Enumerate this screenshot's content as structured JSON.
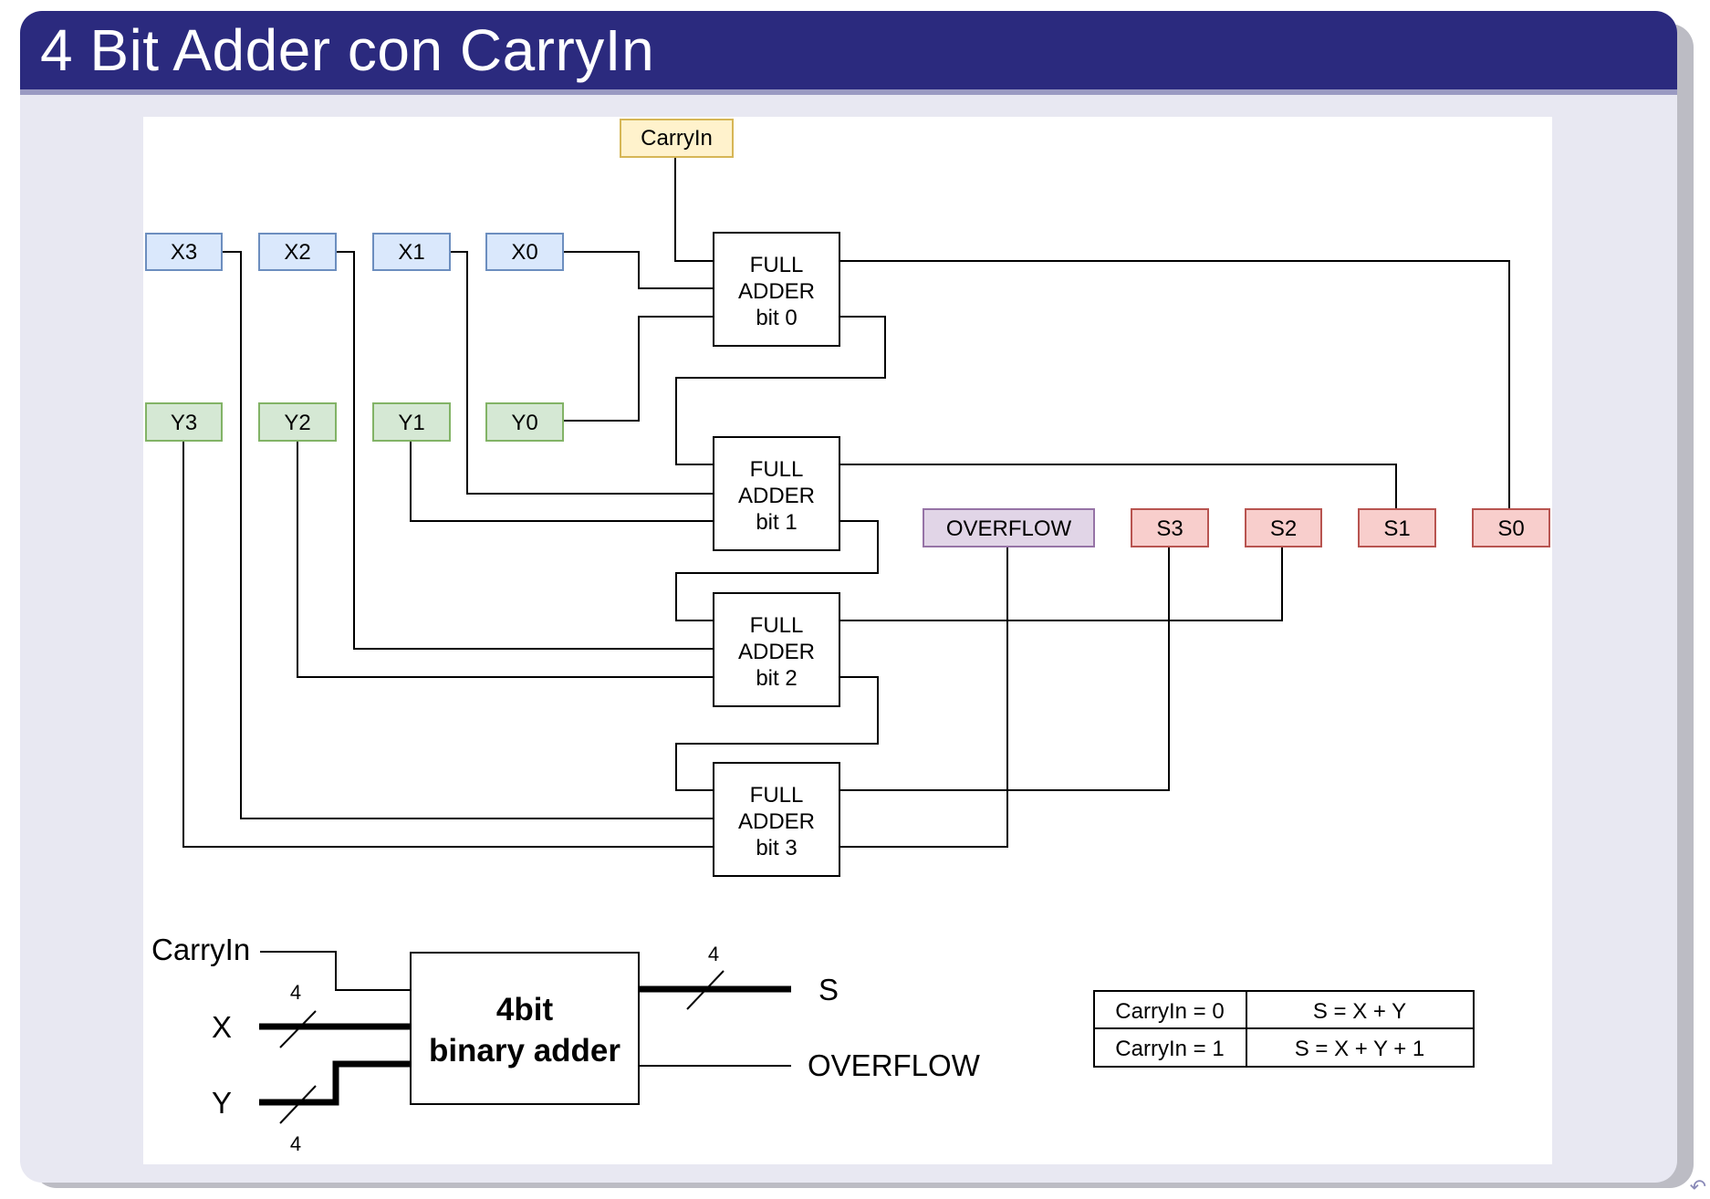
{
  "slide": {
    "title": "4 Bit Adder con CarryIn"
  },
  "colors": {
    "title_bar": "#2b2a7e",
    "x_inputs": "#dae8fc",
    "y_inputs": "#d5e8d4",
    "outputs": "#f8cecc",
    "overflow": "#e1d5e7",
    "carry_in": "#fff2cc"
  },
  "circuit": {
    "carry_in": "CarryIn",
    "x_inputs": [
      "X3",
      "X2",
      "X1",
      "X0"
    ],
    "y_inputs": [
      "Y3",
      "Y2",
      "Y1",
      "Y0"
    ],
    "full_adders": [
      {
        "line1": "FULL",
        "line2": "ADDER",
        "line3": "bit 0"
      },
      {
        "line1": "FULL",
        "line2": "ADDER",
        "line3": "bit 1"
      },
      {
        "line1": "FULL",
        "line2": "ADDER",
        "line3": "bit 2"
      },
      {
        "line1": "FULL",
        "line2": "ADDER",
        "line3": "bit 3"
      }
    ],
    "overflow": "OVERFLOW",
    "sum_outputs": [
      "S3",
      "S2",
      "S1",
      "S0"
    ]
  },
  "block": {
    "carry_in_label": "CarryIn",
    "x_label": "X",
    "y_label": "Y",
    "x_width": "4",
    "y_width": "4",
    "s_width": "4",
    "title_line1": "4bit",
    "title_line2": "binary adder",
    "s_label": "S",
    "overflow_label": "OVERFLOW"
  },
  "truth_table": [
    {
      "condition": "CarryIn = 0",
      "result": "S = X + Y"
    },
    {
      "condition": "CarryIn = 1",
      "result": "S = X + Y + 1"
    }
  ],
  "nav_icon": "back-arrow-icon"
}
